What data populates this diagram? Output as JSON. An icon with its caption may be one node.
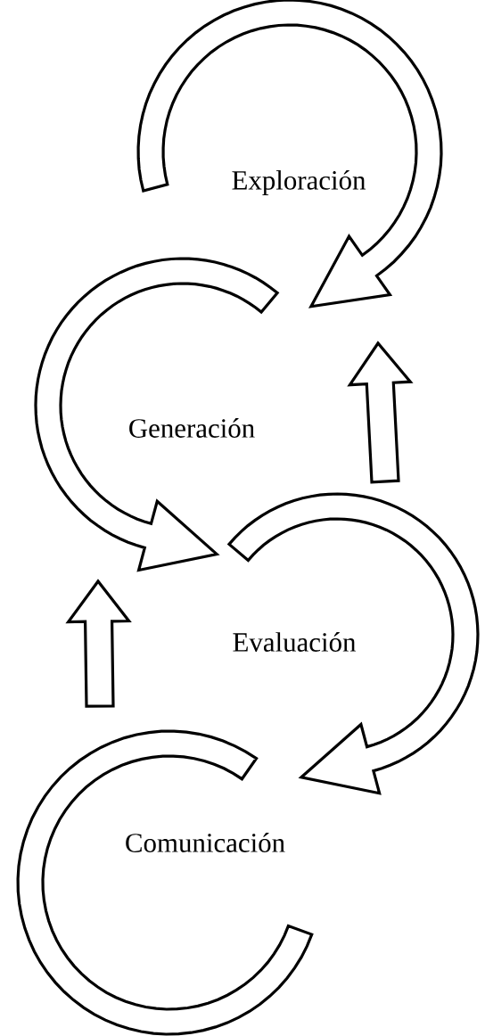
{
  "diagram": {
    "nodes": [
      {
        "text": [
          "Exploración"
        ]
      },
      {
        "text": [
          "Generación"
        ]
      },
      {
        "text": [
          "Evaluación"
        ]
      },
      {
        "text": [
          "Comunicación"
        ]
      }
    ],
    "edges": [
      {
        "from": 2,
        "to": 0,
        "arrow": "to"
      },
      {
        "from": 3,
        "to": 1,
        "arrow": "to"
      }
    ]
  }
}
